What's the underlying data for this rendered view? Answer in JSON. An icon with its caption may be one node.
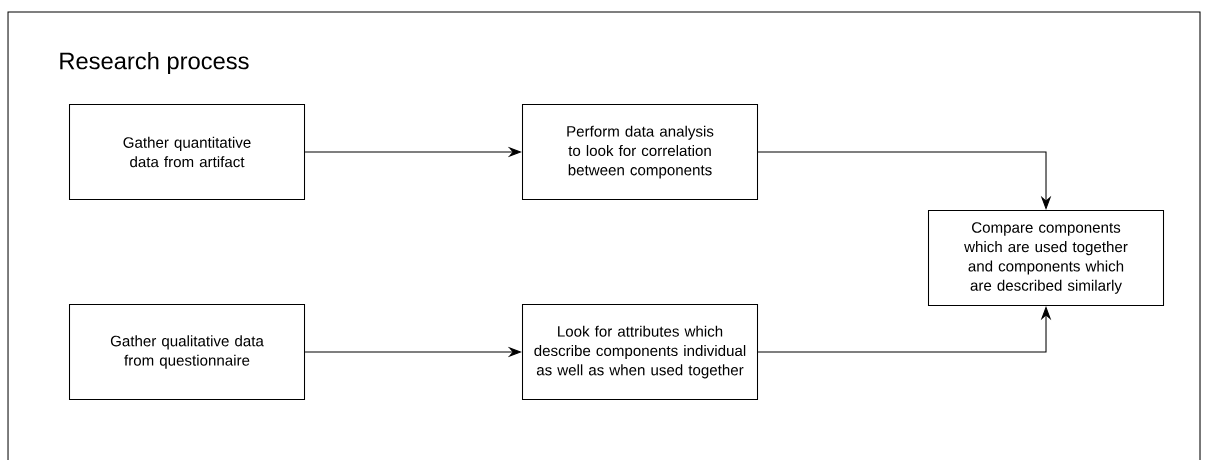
{
  "diagram": {
    "title": "Research process",
    "nodes": [
      {
        "text": [
          "Gather quantitative data from artifact"
        ]
      },
      {
        "text": [
          "Perform data analysis to look for correlation between components"
        ]
      },
      {
        "text": [
          "Compare components which are used together and components which are described similarly"
        ]
      },
      {
        "text": [
          "Gather qualitative data from questionnaire"
        ]
      },
      {
        "text": [
          "Look for attributes which describe components individual as well as when used together"
        ]
      }
    ],
    "edges": [
      {
        "from": 0,
        "to": 1,
        "arrow": "to"
      },
      {
        "from": 1,
        "to": 2,
        "arrow": "to"
      },
      {
        "from": 3,
        "to": 4,
        "arrow": "to"
      },
      {
        "from": 4,
        "to": 2,
        "arrow": "to"
      }
    ]
  }
}
